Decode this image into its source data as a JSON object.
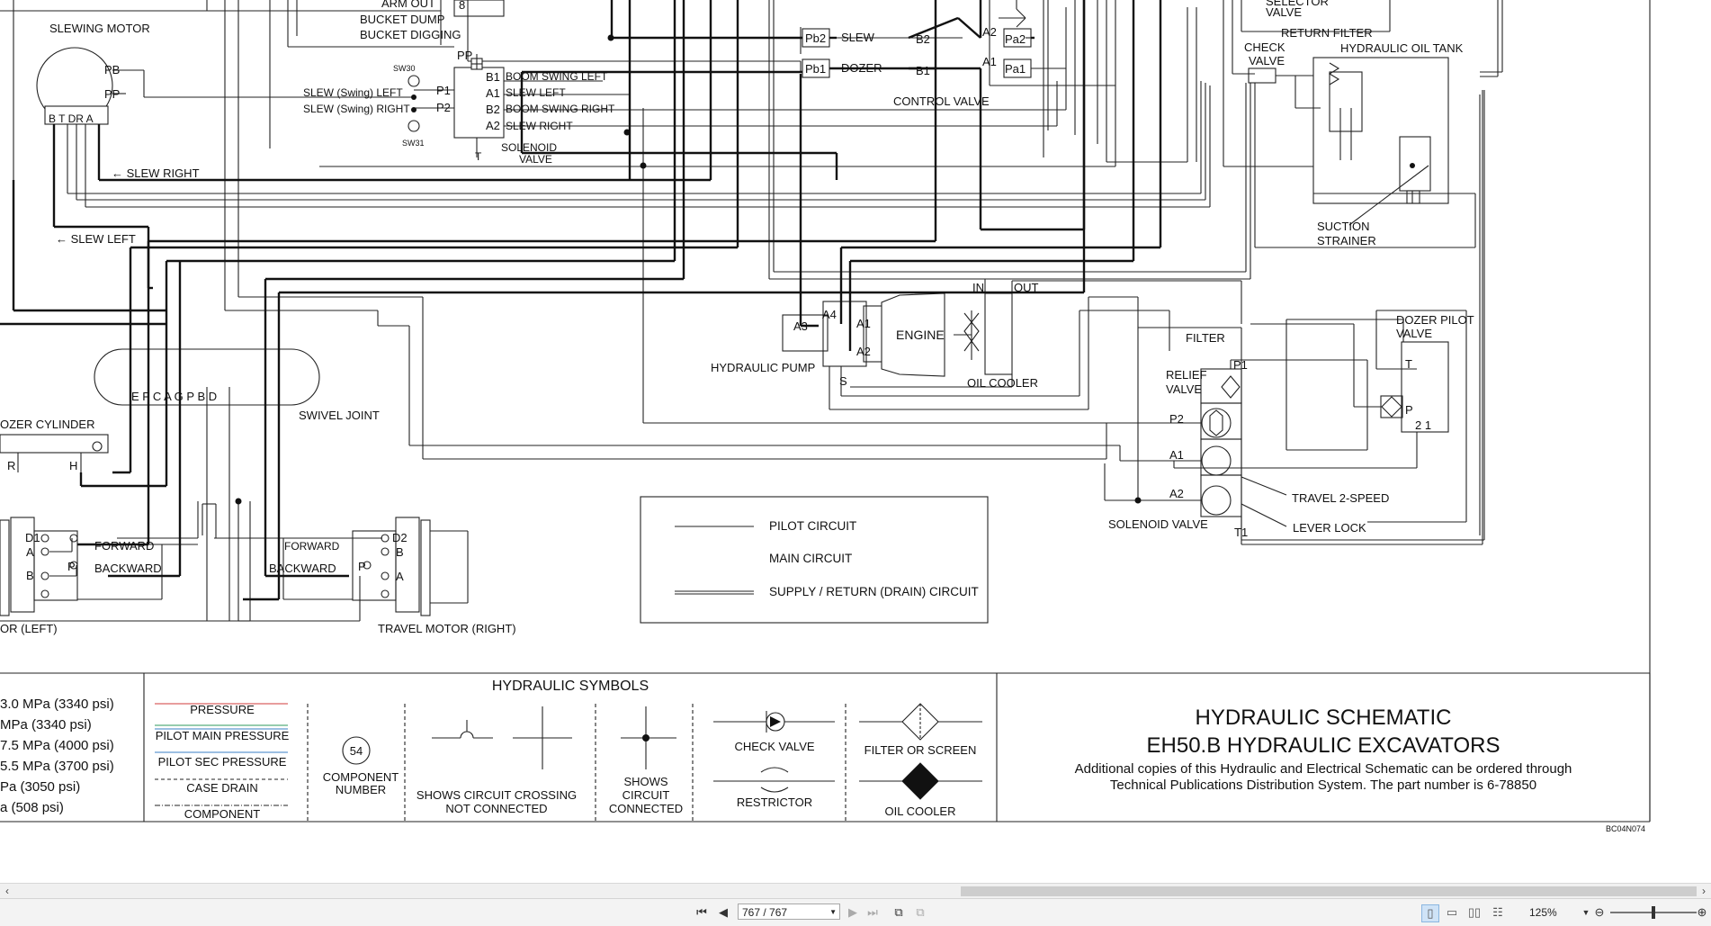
{
  "schematic": {
    "labels": {
      "arm_out": "ARM OUT",
      "arm_num": "8",
      "bucket_dump": "BUCKET DUMP",
      "bucket_digging": "BUCKET DIGGING",
      "slewing_motor": "SLEWING MOTOR",
      "pb": "PB",
      "pp": "PP",
      "bt_dr_a": "B T  DR A",
      "slew_right_arrow": "← SLEW RIGHT",
      "slew_left_arrow": "← SLEW LEFT",
      "sw30": "SW30",
      "sw31": "SW31",
      "slew_swing_left": "SLEW (Swing) LEFT",
      "slew_swing_right": "SLEW (Swing) RIGHT",
      "p1": "P1",
      "p2": "P2",
      "pp_top": "PP",
      "b1": "B1",
      "a1": "A1",
      "b2": "B2",
      "a2": "A2",
      "boom_swing_left": "BOOM SWING  LEFT",
      "slew_left": "SLEW  LEFT",
      "boom_swing_right": "BOOM SWING  RIGHT",
      "slew_right": "SLEW  RIGHT",
      "t": "T",
      "solenoid_valve_1": "SOLENOID",
      "solenoid_valve_2": "VALVE",
      "pb2": "Pb2",
      "slew": "SLEW",
      "pb1": "Pb1",
      "dozer": "DOZER",
      "cv_b2": "B2",
      "cv_b1": "B1",
      "cv_a2": "A2",
      "cv_a1": "A1",
      "pa2": "Pa2",
      "pa1": "Pa1",
      "control_valve": "CONTROL VALVE",
      "selector_valve": "SELECTOR",
      "valve": "VALVE",
      "return_filter": "RETURN FILTER",
      "check_valve_1": "CHECK",
      "check_valve_2": "VALVE",
      "hydraulic_oil_tank": "HYDRAULIC OIL TANK",
      "suction_1": "SUCTION",
      "suction_2": "STRAINER",
      "in": "IN",
      "out": "OUT",
      "a4": "A4",
      "a3": "A3",
      "pump_a1": "A1",
      "pump_a2": "A2",
      "engine": "ENGINE",
      "hydraulic_pump": "HYDRAULIC PUMP",
      "s": "S",
      "oil_cooler": "OIL COOLER",
      "dozer_pilot_1": "DOZER PILOT",
      "dozer_pilot_2": "VALVE",
      "dp_t": "T",
      "dp_p": "P",
      "dp_21": "2   1",
      "filter": "FILTER",
      "sv_p1": "P1",
      "relief_1": "RELIEF",
      "relief_2": "VALVE",
      "sv_p2": "P2",
      "sv_a1": "A1",
      "sv_a2": "A2",
      "sv_t1": "T1",
      "solenoid_valve": "SOLENOID VALVE",
      "travel_2_speed": "TRAVEL 2-SPEED",
      "lever_lock": "LEVER LOCK",
      "swivel_ports": "E  F  C  A    G     P    B  D",
      "swivel_joint": "SWIVEL JOINT",
      "dozer_cylinder": "OZER CYLINDER",
      "r": "R",
      "h": "H",
      "d1": "D1",
      "left_a": "A",
      "left_b": "B",
      "left_p": "P",
      "forward_left": "FORWARD",
      "backward_left": "BACKWARD",
      "forward_right": "FORWARD",
      "backward_right": "BACKWARD",
      "d2": "D2",
      "right_b": "B",
      "right_p": "P",
      "right_a": "A",
      "travel_left": "OR (LEFT)",
      "travel_right": "TRAVEL MOTOR (RIGHT)"
    },
    "legend": {
      "pilot": "PILOT CIRCUIT",
      "main": "MAIN CIRCUIT",
      "supply": "SUPPLY / RETURN (DRAIN) CIRCUIT"
    }
  },
  "bottom": {
    "pressures": [
      "3.0 MPa (3340 psi)",
      " MPa (3340 psi)",
      "7.5 MPa (4000 psi)",
      "5.5 MPa (3700 psi)",
      "Pa (3050 psi)",
      "a (508 psi)"
    ],
    "line_types": {
      "pressure": "PRESSURE",
      "pilot_main": "PILOT MAIN PRESSURE",
      "pilot_sec": "PILOT SEC PRESSURE",
      "case_drain": "CASE DRAIN",
      "component": "COMPONENT"
    },
    "colors": {
      "pressure": "#d23b3b",
      "pilot_main": "#2d9a5c",
      "pilot_sec": "#3a7fc4"
    },
    "symbols_title": "HYDRAULIC SYMBOLS",
    "component_num": "54",
    "component_1": "COMPONENT",
    "component_2": "NUMBER",
    "crossing_1": "SHOWS CIRCUIT CROSSING",
    "crossing_2": "NOT CONNECTED",
    "connected_1": "SHOWS",
    "connected_2": "CIRCUIT",
    "connected_3": "CONNECTED",
    "check_valve": "CHECK VALVE",
    "restrictor": "RESTRICTOR",
    "filter_screen": "FILTER OR SCREEN",
    "oil_cooler": "OIL COOLER",
    "title_1": "HYDRAULIC SCHEMATIC",
    "title_2": "EH50.B HYDRAULIC EXCAVATORS",
    "note_1": "Additional copies of this Hydraulic and Electrical Schematic can be ordered through",
    "note_2": "Technical Publications Distribution System. The part number is 6-78850",
    "code": "BC04N074"
  },
  "viewer": {
    "page_display": "767 / 767",
    "zoom": "125%"
  }
}
